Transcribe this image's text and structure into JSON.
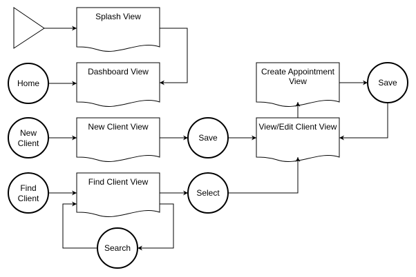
{
  "nodes": {
    "splash_view": "Splash View",
    "dashboard_view": "Dashboard View",
    "home": "Home",
    "new_client": [
      "New",
      "Client"
    ],
    "new_client_view": "New Client View",
    "save_client": "Save",
    "view_edit_client_view": "View/Edit Client View",
    "create_appointment_view": [
      "Create Appointment",
      "View"
    ],
    "save_appointment": "Save",
    "find_client": [
      "Find",
      "Client"
    ],
    "find_client_view": "Find Client View",
    "select": "Select",
    "search": "Search"
  }
}
